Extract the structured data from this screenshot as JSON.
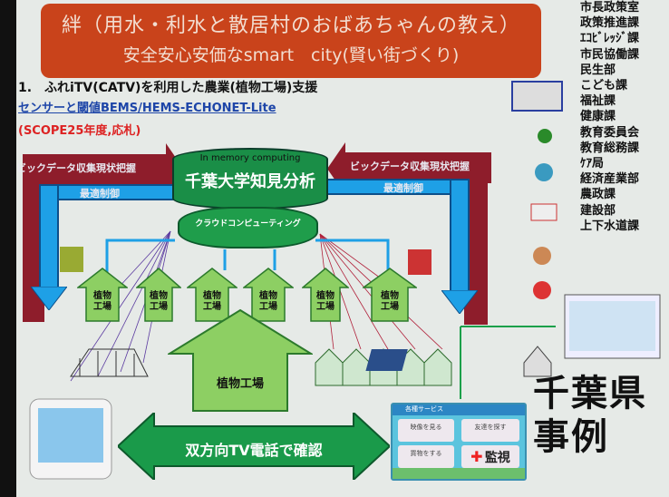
{
  "header": {
    "line1": "絆（用水・利水と散居村のおばあちゃんの教え）",
    "line2": "安全安心安価なsmart　city(賢い街づくり)"
  },
  "title": "1.　ふれiTV(CATV)を利用した農業(植物工場)支援",
  "subtitle": "センサーと閾値BEMS/HEMS-ECHONET-Lite",
  "note": "(SCOPE25年度,応札)",
  "departments": [
    "市長政策室",
    "政策推進課",
    "ｴｺﾋﾞﾚｯｼﾞ課",
    "市民協働課",
    "民生部",
    "こども課",
    "福祉課",
    "健康課",
    "教育委員会",
    "教育総務課",
    "ｹｱ局",
    "経済産業部",
    "農政課",
    "建設部",
    "上下水道課"
  ],
  "left_flow": {
    "bigdata": "ビックデータ収集現状把握",
    "control": "最適制御"
  },
  "right_flow": {
    "bigdata": "ビックデータ収集現状把握",
    "control": "最適制御"
  },
  "database": {
    "label": "In memory computing",
    "title": "千葉大学知見分析"
  },
  "cloud": "クラウドコンピューティング",
  "factories": [
    "植物工場",
    "植物工場",
    "植物工場",
    "植物工場",
    "植物工場",
    "植物工場"
  ],
  "main_factory": "植物工場",
  "bottom_arrow": "双方向TV電話で確認",
  "tv_screen": {
    "title": "各種サービス",
    "tiles": [
      "映像を見る",
      "友達を探す",
      "買物をする"
    ],
    "monitor": "監視"
  },
  "case_label": [
    "千葉県",
    "事例"
  ],
  "colors": {
    "header": "#c9431b",
    "red_arrow": "#8e1d2b",
    "blue_arrow": "#1ea0e6",
    "green": "#1a8e47"
  }
}
